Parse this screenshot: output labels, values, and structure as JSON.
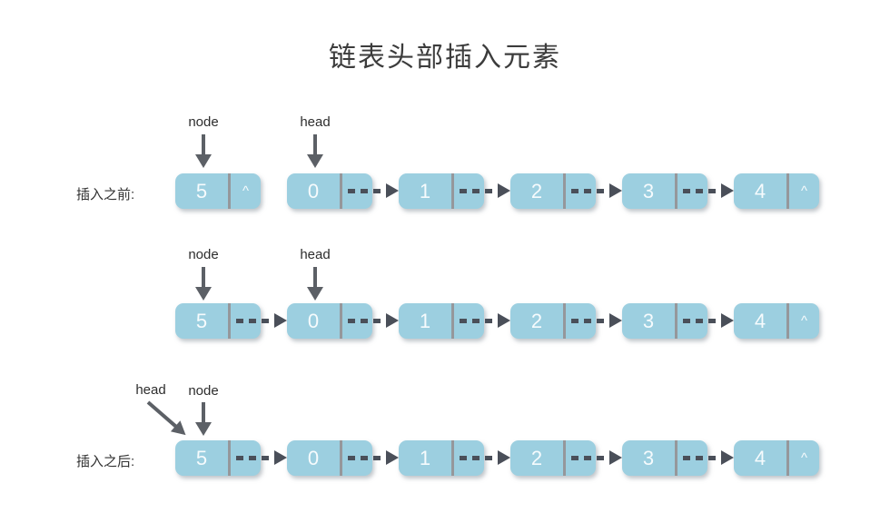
{
  "title": "链表头部插入元素",
  "colors": {
    "node_fill": "#9ccfe0",
    "node_divider": "#95979b",
    "node_text": "#f6fbfd",
    "dashed_arrow": "#4a4f59",
    "pointer_arrow": "#5c6066",
    "title_text": "#3c3c3c"
  },
  "rows": [
    {
      "label": "插入之前:",
      "pointers": [
        {
          "label": "node"
        },
        {
          "label": "head"
        }
      ],
      "nodes": [
        {
          "value": "5",
          "pointer": "^"
        },
        {
          "value": "0",
          "pointer": ""
        },
        {
          "value": "1",
          "pointer": ""
        },
        {
          "value": "2",
          "pointer": ""
        },
        {
          "value": "3",
          "pointer": ""
        },
        {
          "value": "4",
          "pointer": "^"
        }
      ]
    },
    {
      "label": "",
      "pointers": [
        {
          "label": "node"
        },
        {
          "label": "head"
        }
      ],
      "nodes": [
        {
          "value": "5",
          "pointer": ""
        },
        {
          "value": "0",
          "pointer": ""
        },
        {
          "value": "1",
          "pointer": ""
        },
        {
          "value": "2",
          "pointer": ""
        },
        {
          "value": "3",
          "pointer": ""
        },
        {
          "value": "4",
          "pointer": "^"
        }
      ]
    },
    {
      "label": "插入之后:",
      "pointers": [
        {
          "label": "head"
        },
        {
          "label": "node"
        }
      ],
      "nodes": [
        {
          "value": "5",
          "pointer": ""
        },
        {
          "value": "0",
          "pointer": ""
        },
        {
          "value": "1",
          "pointer": ""
        },
        {
          "value": "2",
          "pointer": ""
        },
        {
          "value": "3",
          "pointer": ""
        },
        {
          "value": "4",
          "pointer": "^"
        }
      ]
    }
  ]
}
